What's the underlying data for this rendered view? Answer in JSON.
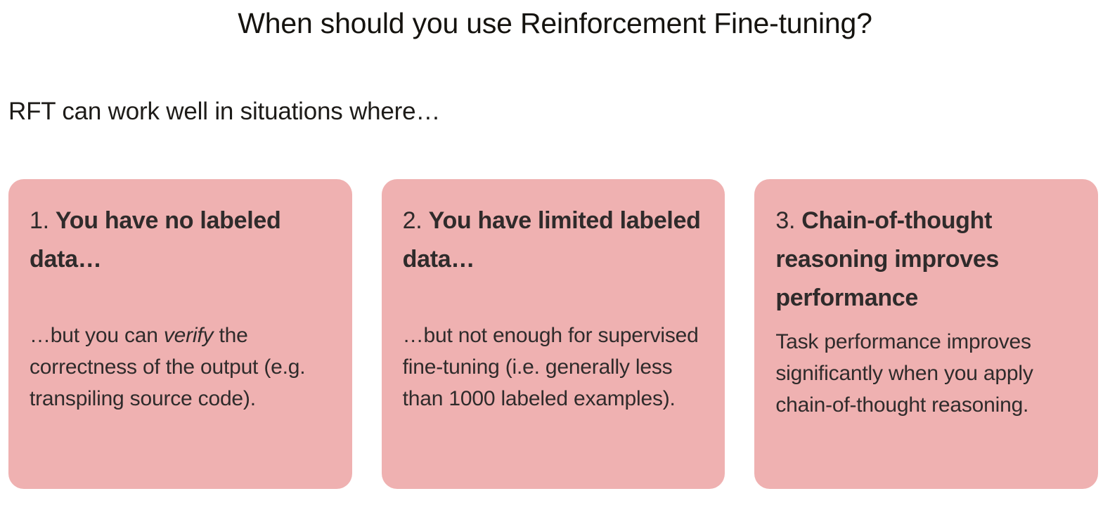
{
  "slide": {
    "title": "When should you use Reinforcement Fine-tuning?",
    "subtitle": "RFT can work well in situations where…",
    "accent_color": "#efb1b1",
    "text_color": "#2f2b2b",
    "background_color": "#ffffff"
  },
  "cards": [
    {
      "number": "1.",
      "heading": "You have no labeled data…",
      "body_before_emphasis": "…but you can ",
      "body_emphasis": "verify",
      "body_after_emphasis": " the correctness of the output (e.g. transpiling source code).",
      "body_full": "…but you can verify the correctness of the output (e.g. transpiling source code)."
    },
    {
      "number": "2.",
      "heading": "You have limited labeled data…",
      "body_before_emphasis": "…but not enough for supervised fine-tuning (i.e. generally less than 1000 labeled examples).",
      "body_emphasis": "",
      "body_after_emphasis": "",
      "body_full": "…but not enough for supervised fine-tuning (i.e. generally less than 1000 labeled examples)."
    },
    {
      "number": "3.",
      "heading": "Chain-of-thought reasoning improves performance",
      "body_before_emphasis": "Task performance improves significantly when you apply chain-of-thought reasoning.",
      "body_emphasis": "",
      "body_after_emphasis": "",
      "body_full": "Task performance improves significantly when you apply chain-of-thought reasoning."
    }
  ]
}
